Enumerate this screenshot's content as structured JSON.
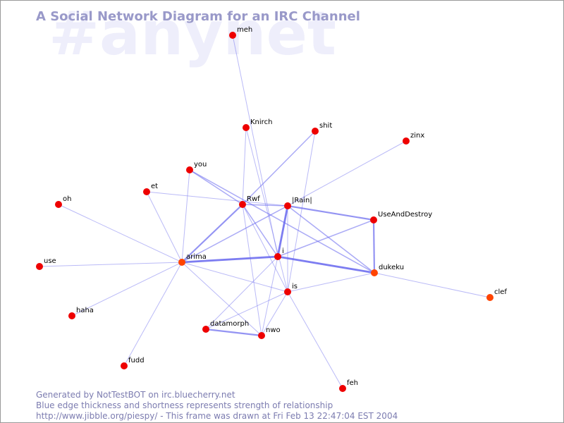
{
  "watermark": "#anynet",
  "title": "A Social Network Diagram for an IRC Channel",
  "footer": {
    "line1": "Generated by NotTestBOT on irc.bluecherry.net",
    "line2": "Blue edge thickness and shortness represents strength of relationship",
    "line3": "http://www.jibble.org/piespy/ - This frame was drawn at Fri Feb 13 22:47:04 EST 2004"
  },
  "colors": {
    "node_red": "#ee0000",
    "node_orange": "#ff4400",
    "edge_blue": "#6666ee",
    "title": "#9999c9",
    "watermark": "#eeeefb",
    "footer": "#7c7cb0"
  },
  "nodes": [
    {
      "id": "meh",
      "label": "meh",
      "color": "red"
    },
    {
      "id": "Knirch",
      "label": "Knirch",
      "color": "red"
    },
    {
      "id": "shit",
      "label": "shit",
      "color": "red"
    },
    {
      "id": "zinx",
      "label": "zinx",
      "color": "red"
    },
    {
      "id": "you",
      "label": "you",
      "color": "red"
    },
    {
      "id": "et",
      "label": "et",
      "color": "red"
    },
    {
      "id": "oh",
      "label": "oh",
      "color": "red"
    },
    {
      "id": "Rwf",
      "label": "Rwf",
      "color": "red"
    },
    {
      "id": "Rain",
      "label": "|Rain|",
      "color": "red"
    },
    {
      "id": "UseAndDestroy",
      "label": "UseAndDestroy",
      "color": "red"
    },
    {
      "id": "i",
      "label": "i",
      "color": "red"
    },
    {
      "id": "arima",
      "label": "arima",
      "color": "orange"
    },
    {
      "id": "use",
      "label": "use",
      "color": "red"
    },
    {
      "id": "dukeku",
      "label": "dukeku",
      "color": "orange"
    },
    {
      "id": "is",
      "label": "is",
      "color": "red"
    },
    {
      "id": "clef",
      "label": "clef",
      "color": "orange"
    },
    {
      "id": "haha",
      "label": "haha",
      "color": "red"
    },
    {
      "id": "datamorph",
      "label": "datamorph",
      "color": "red"
    },
    {
      "id": "nwo",
      "label": "nwo",
      "color": "red"
    },
    {
      "id": "fudd",
      "label": "fudd",
      "color": "red"
    },
    {
      "id": "feh",
      "label": "feh",
      "color": "red"
    }
  ],
  "edges": [
    {
      "source": "meh",
      "target": "i",
      "strength": 1
    },
    {
      "source": "Knirch",
      "target": "Rwf",
      "strength": 1
    },
    {
      "source": "Knirch",
      "target": "is",
      "strength": 1
    },
    {
      "source": "shit",
      "target": "Rwf",
      "strength": 2
    },
    {
      "source": "shit",
      "target": "is",
      "strength": 1
    },
    {
      "source": "zinx",
      "target": "Rain",
      "strength": 1
    },
    {
      "source": "you",
      "target": "Rwf",
      "strength": 2
    },
    {
      "source": "you",
      "target": "arima",
      "strength": 1
    },
    {
      "source": "you",
      "target": "dukeku",
      "strength": 2
    },
    {
      "source": "et",
      "target": "Rain",
      "strength": 1
    },
    {
      "source": "et",
      "target": "arima",
      "strength": 1
    },
    {
      "source": "oh",
      "target": "arima",
      "strength": 1
    },
    {
      "source": "use",
      "target": "arima",
      "strength": 1
    },
    {
      "source": "haha",
      "target": "arima",
      "strength": 1
    },
    {
      "source": "fudd",
      "target": "arima",
      "strength": 1
    },
    {
      "source": "arima",
      "target": "Rwf",
      "strength": 3
    },
    {
      "source": "arima",
      "target": "Rain",
      "strength": 2
    },
    {
      "source": "arima",
      "target": "i",
      "strength": 4
    },
    {
      "source": "arima",
      "target": "is",
      "strength": 1
    },
    {
      "source": "arima",
      "target": "nwo",
      "strength": 1
    },
    {
      "source": "Rwf",
      "target": "Rain",
      "strength": 2
    },
    {
      "source": "Rwf",
      "target": "i",
      "strength": 2
    },
    {
      "source": "Rwf",
      "target": "nwo",
      "strength": 1
    },
    {
      "source": "Rwf",
      "target": "is",
      "strength": 1
    },
    {
      "source": "Rain",
      "target": "i",
      "strength": 4
    },
    {
      "source": "Rain",
      "target": "UseAndDestroy",
      "strength": 3
    },
    {
      "source": "Rain",
      "target": "dukeku",
      "strength": 2
    },
    {
      "source": "Rain",
      "target": "is",
      "strength": 1
    },
    {
      "source": "UseAndDestroy",
      "target": "i",
      "strength": 2
    },
    {
      "source": "UseAndDestroy",
      "target": "dukeku",
      "strength": 3
    },
    {
      "source": "i",
      "target": "dukeku",
      "strength": 4
    },
    {
      "source": "i",
      "target": "datamorph",
      "strength": 1
    },
    {
      "source": "i",
      "target": "nwo",
      "strength": 1
    },
    {
      "source": "dukeku",
      "target": "is",
      "strength": 1
    },
    {
      "source": "dukeku",
      "target": "clef",
      "strength": 1
    },
    {
      "source": "is",
      "target": "datamorph",
      "strength": 1
    },
    {
      "source": "is",
      "target": "nwo",
      "strength": 1
    },
    {
      "source": "is",
      "target": "feh",
      "strength": 1
    },
    {
      "source": "datamorph",
      "target": "nwo",
      "strength": 3
    }
  ]
}
